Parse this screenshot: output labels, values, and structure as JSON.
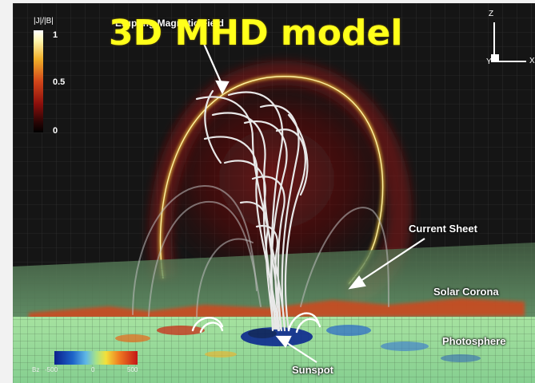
{
  "figure": {
    "overlay_title": "3D MHD model",
    "labels": {
      "erupting_field": "Erupting Magnetic Field",
      "current_sheet": "Current Sheet",
      "solar_corona": "Solar Corona",
      "photosphere": "Photosphere",
      "sunspot": "Sunspot"
    }
  },
  "colorbar_current": {
    "title": "|J|/|B|",
    "ticks": [
      "1",
      "0.5",
      "0"
    ]
  },
  "colorbar_bz": {
    "name": "Bz",
    "min": "-500",
    "mid": "0",
    "max": "500"
  },
  "axes": {
    "z": "Z",
    "x": "X",
    "y": "Y"
  },
  "colors": {
    "title_yellow": "#ffff1a",
    "current_sheet_red": "#c8201a",
    "field_lines": "#e8e8e8",
    "photosphere_green": "#8fd49a"
  }
}
